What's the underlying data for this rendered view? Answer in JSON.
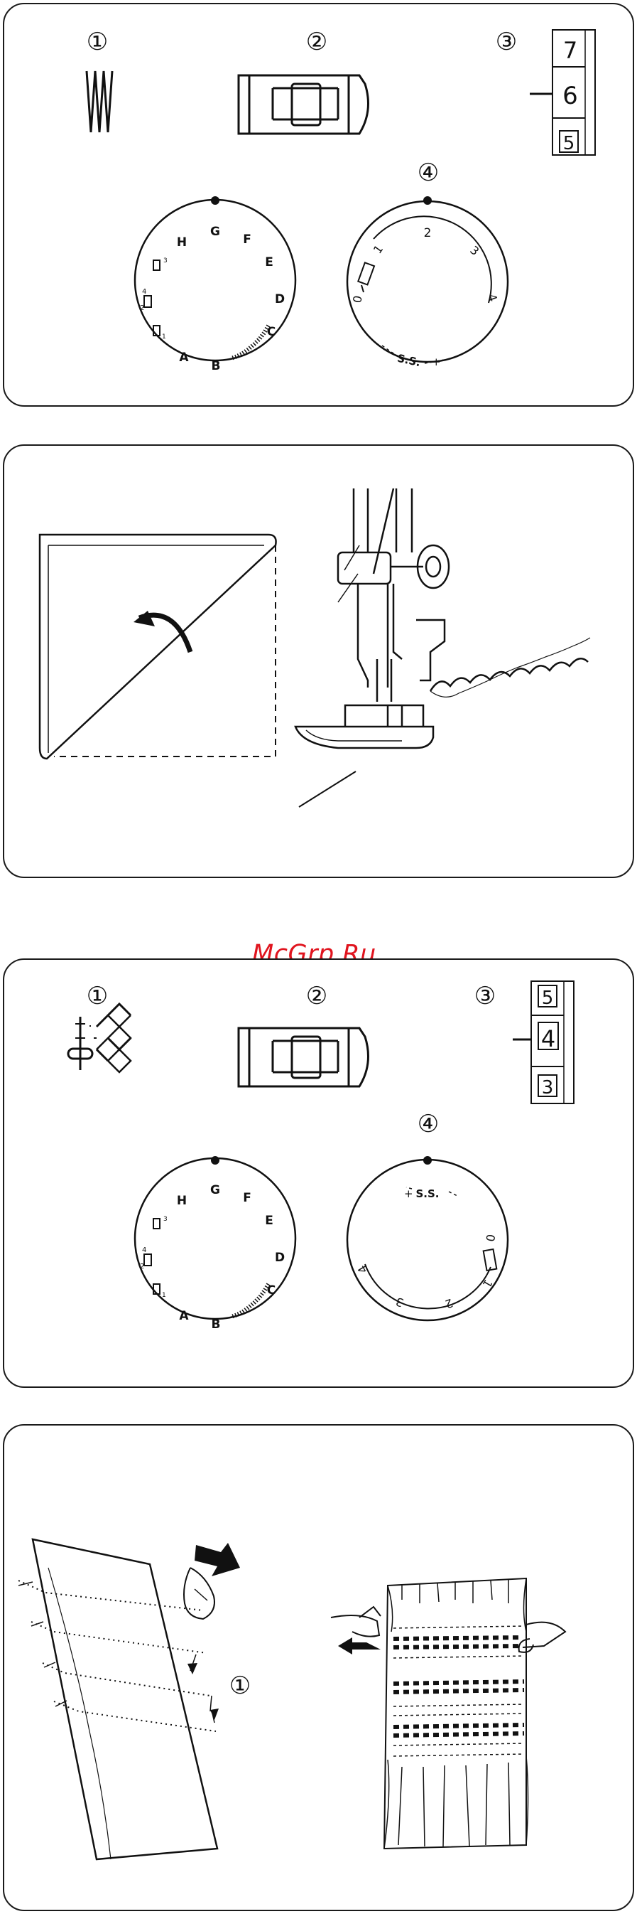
{
  "watermark": "McGrp.Ru",
  "panel1": {
    "labels": [
      "①",
      "②",
      "③",
      "④"
    ],
    "stitch_length_scale": [
      "7",
      "6",
      "5"
    ],
    "pattern_dial_letters": [
      "G",
      "F",
      "E",
      "D",
      "C",
      "B",
      "A",
      "H"
    ],
    "pattern_dial_marks": [
      "4",
      "2",
      "3",
      "1"
    ],
    "length_dial_numbers": [
      "0",
      "1",
      "2",
      "3",
      "4"
    ],
    "length_dial_ss": "S.S."
  },
  "panel3": {
    "labels": [
      "①",
      "②",
      "③",
      "④"
    ],
    "stitch_length_scale": [
      "5",
      "4",
      "3"
    ],
    "pattern_dial_letters": [
      "G",
      "F",
      "E",
      "D",
      "C",
      "B",
      "A",
      "H"
    ],
    "pattern_dial_marks": [
      "4",
      "2",
      "3",
      "1"
    ],
    "length_dial_numbers": [
      "0",
      "1",
      "2",
      "3",
      "4"
    ],
    "length_dial_ss": "S.S."
  },
  "panel4": {
    "labels": [
      "①"
    ]
  }
}
